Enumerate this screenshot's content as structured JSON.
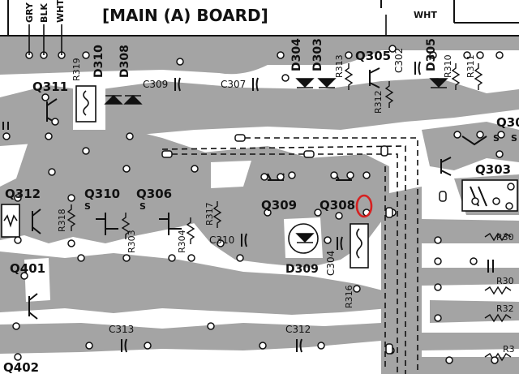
{
  "title": "[MAIN (A) BOARD]",
  "wire_labels": {
    "gry": "GRY",
    "blk": "BLK",
    "wht_left": "WHT",
    "wht_right": "WHT"
  },
  "transistors": {
    "q311": "Q311",
    "q305": "Q305",
    "q312": "Q312",
    "q310": "Q310",
    "q306": "Q306",
    "q309": "Q309",
    "q308": "Q308",
    "q303": "Q303",
    "q401": "Q401",
    "q402": "Q402",
    "q30x": "Q30"
  },
  "diodes": {
    "d310": "D310",
    "d308": "D308",
    "d304": "D304",
    "d303": "D303",
    "d305": "D305",
    "d309": "D309"
  },
  "resistors": {
    "r319": "R319",
    "r313": "R313",
    "r312": "R312",
    "r310": "R310",
    "r311": "R311",
    "r318": "R318",
    "r303": "R303",
    "r304": "R304",
    "r317": "R317",
    "r316": "R316",
    "r30a": "R30",
    "r30b": "R30",
    "r32": "R32",
    "r3": "R3"
  },
  "capacitors": {
    "c309": "C309",
    "c307": "C307",
    "c302": "C302",
    "c310": "C310",
    "c304": "C304",
    "c313": "C313",
    "c312": "C312"
  },
  "pin_labels": {
    "s1": "S",
    "s2": "S",
    "s3": "S",
    "s4": "S"
  },
  "highlight": {
    "color": "#d62020"
  }
}
